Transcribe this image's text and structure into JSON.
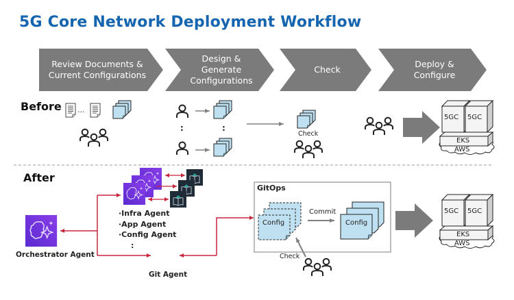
{
  "title": "5G Core Network Deployment Workflow",
  "steps": [
    {
      "label_line1": "Review Documents &",
      "label_line2": "Current Configurations"
    },
    {
      "label_line1": "Design &",
      "label_line2": "Generate",
      "label_line3": "Configurations"
    },
    {
      "label_line1": "Check"
    },
    {
      "label_line1": "Deploy &",
      "label_line2": "Configure"
    }
  ],
  "before": {
    "section_label": "Before",
    "check_label": "Check",
    "dots": ":",
    "infra": {
      "node1": "5GC",
      "node2": "5GC",
      "platform": "EKS",
      "cloud": "AWS"
    }
  },
  "after": {
    "section_label": "After",
    "agents": [
      "·Infra Agent",
      "·App Agent",
      "·Config Agent"
    ],
    "agents_more": ":",
    "orchestrator_label": "Orchestrator Agent",
    "git_agent_label": "Git Agent",
    "gitops": {
      "title": "GitOps",
      "draft_config_label": "Config",
      "commit_label": "Commit",
      "committed_config_label": "Config",
      "check_label": "Check"
    },
    "infra": {
      "node1": "5GC",
      "node2": "5GC",
      "platform": "EKS",
      "cloud": "AWS"
    }
  },
  "colors": {
    "title": "#1565b0",
    "chevron": "#7b7b7b",
    "config_fill": "#bfe0f0",
    "agent_purple": "#6a2fd6",
    "tool_dark": "#1f2b36",
    "link_red": "#c8243c",
    "arrow_gray": "#808080"
  }
}
